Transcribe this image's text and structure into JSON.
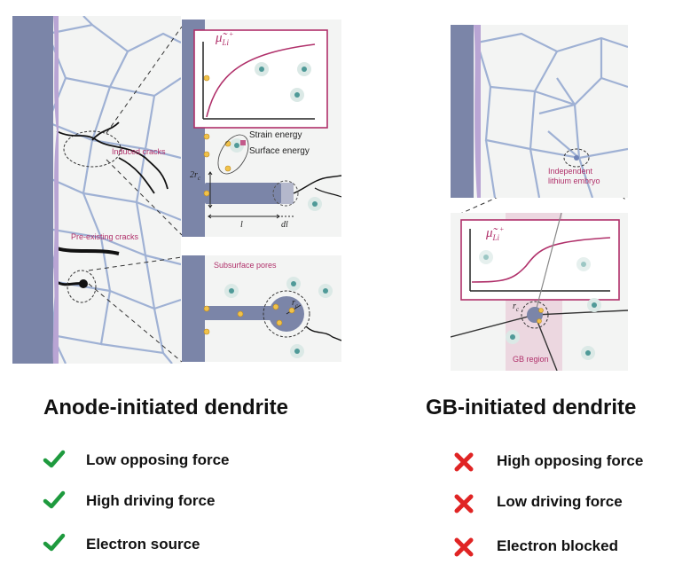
{
  "colors": {
    "electrode": "#7b85a8",
    "electrode_edge": "#b9a5d4",
    "grain_boundary": "#9fb1d4",
    "crack": "#111111",
    "accent": "#b0306a",
    "ion": "#4f9a98",
    "electron": "#f0c24a",
    "check": "#1e9a3e",
    "cross": "#e02424",
    "gb_region": "#ecd7e0"
  },
  "left_diagram": {
    "label_induced_cracks": "Induced cracks",
    "label_preexisting_cracks": "Pre-existing cracks",
    "inset_top": {
      "curve_label": "μ̃",
      "curve_label_sub": "Li",
      "curve_label_sup": "+",
      "strain_energy": "Strain energy",
      "surface_energy": "Surface energy",
      "dim_2rc": "2r",
      "dim_2rc_sub": "c",
      "dim_l": "l",
      "dim_dl": "dl"
    },
    "inset_bottom": {
      "title": "Subsurface pores",
      "radius_label": "r",
      "radius_sub": "c"
    }
  },
  "right_diagram": {
    "label_embryo_line1": "Independent",
    "label_embryo_line2": "lithium embryo",
    "inset": {
      "curve_label": "μ̃",
      "curve_label_sub": "Li",
      "curve_label_sup": "+",
      "radius_label": "r",
      "radius_sub": "c",
      "gb_region": "GB region"
    }
  },
  "left_summary": {
    "title": "Anode-initiated dendrite",
    "items": [
      {
        "icon": "check-icon",
        "label": "Low opposing force"
      },
      {
        "icon": "check-icon",
        "label": "High driving force"
      },
      {
        "icon": "check-icon",
        "label": "Electron source"
      }
    ]
  },
  "right_summary": {
    "title": "GB-initiated dendrite",
    "items": [
      {
        "icon": "cross-icon",
        "label": "High opposing force"
      },
      {
        "icon": "cross-icon",
        "label": "Low driving force"
      },
      {
        "icon": "cross-icon",
        "label": "Electron blocked"
      }
    ]
  }
}
